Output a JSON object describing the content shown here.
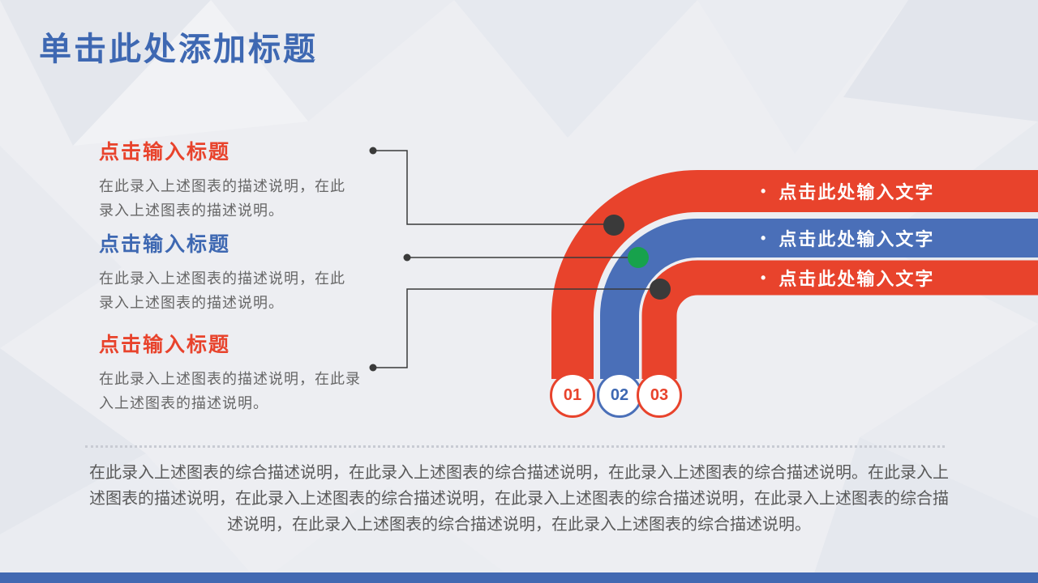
{
  "slide": {
    "title": "单击此处添加标题",
    "items": [
      {
        "heading": "点击输入标题",
        "body": "在此录入上述图表的描述说明，在此录入上述图表的描述说明。"
      },
      {
        "heading": "点击输入标题",
        "body": "在此录入上述图表的描述说明，在此录入上述图表的描述说明。"
      },
      {
        "heading": "点击输入标题",
        "body": "在此录入上述图表的描述说明，在此录入上述图表的描述说明。"
      }
    ],
    "bullet": "•",
    "bars": [
      {
        "label": "点击此处输入文字",
        "number": "01"
      },
      {
        "label": "点击此处输入文字",
        "number": "02"
      },
      {
        "label": "点击此处输入文字",
        "number": "03"
      }
    ],
    "footer": "在此录入上述图表的综合描述说明，在此录入上述图表的综合描述说明，在此录入上述图表的综合描述说明。在此录入上述图表的描述说明，在此录入上述图表的综合描述说明，在此录入上述图表的综合描述说明，在此录入上述图表的综合描述说明，在此录入上述图表的综合描述说明，在此录入上述图表的综合描述说明。"
  },
  "colors": {
    "red": "#E8432C",
    "blue": "#4A6FB8",
    "green": "#17A24C",
    "dark": "#3A3A3A",
    "title_blue": "#3E68B2",
    "accent_bar": "#4269B2",
    "background": "#EDEEF2"
  }
}
